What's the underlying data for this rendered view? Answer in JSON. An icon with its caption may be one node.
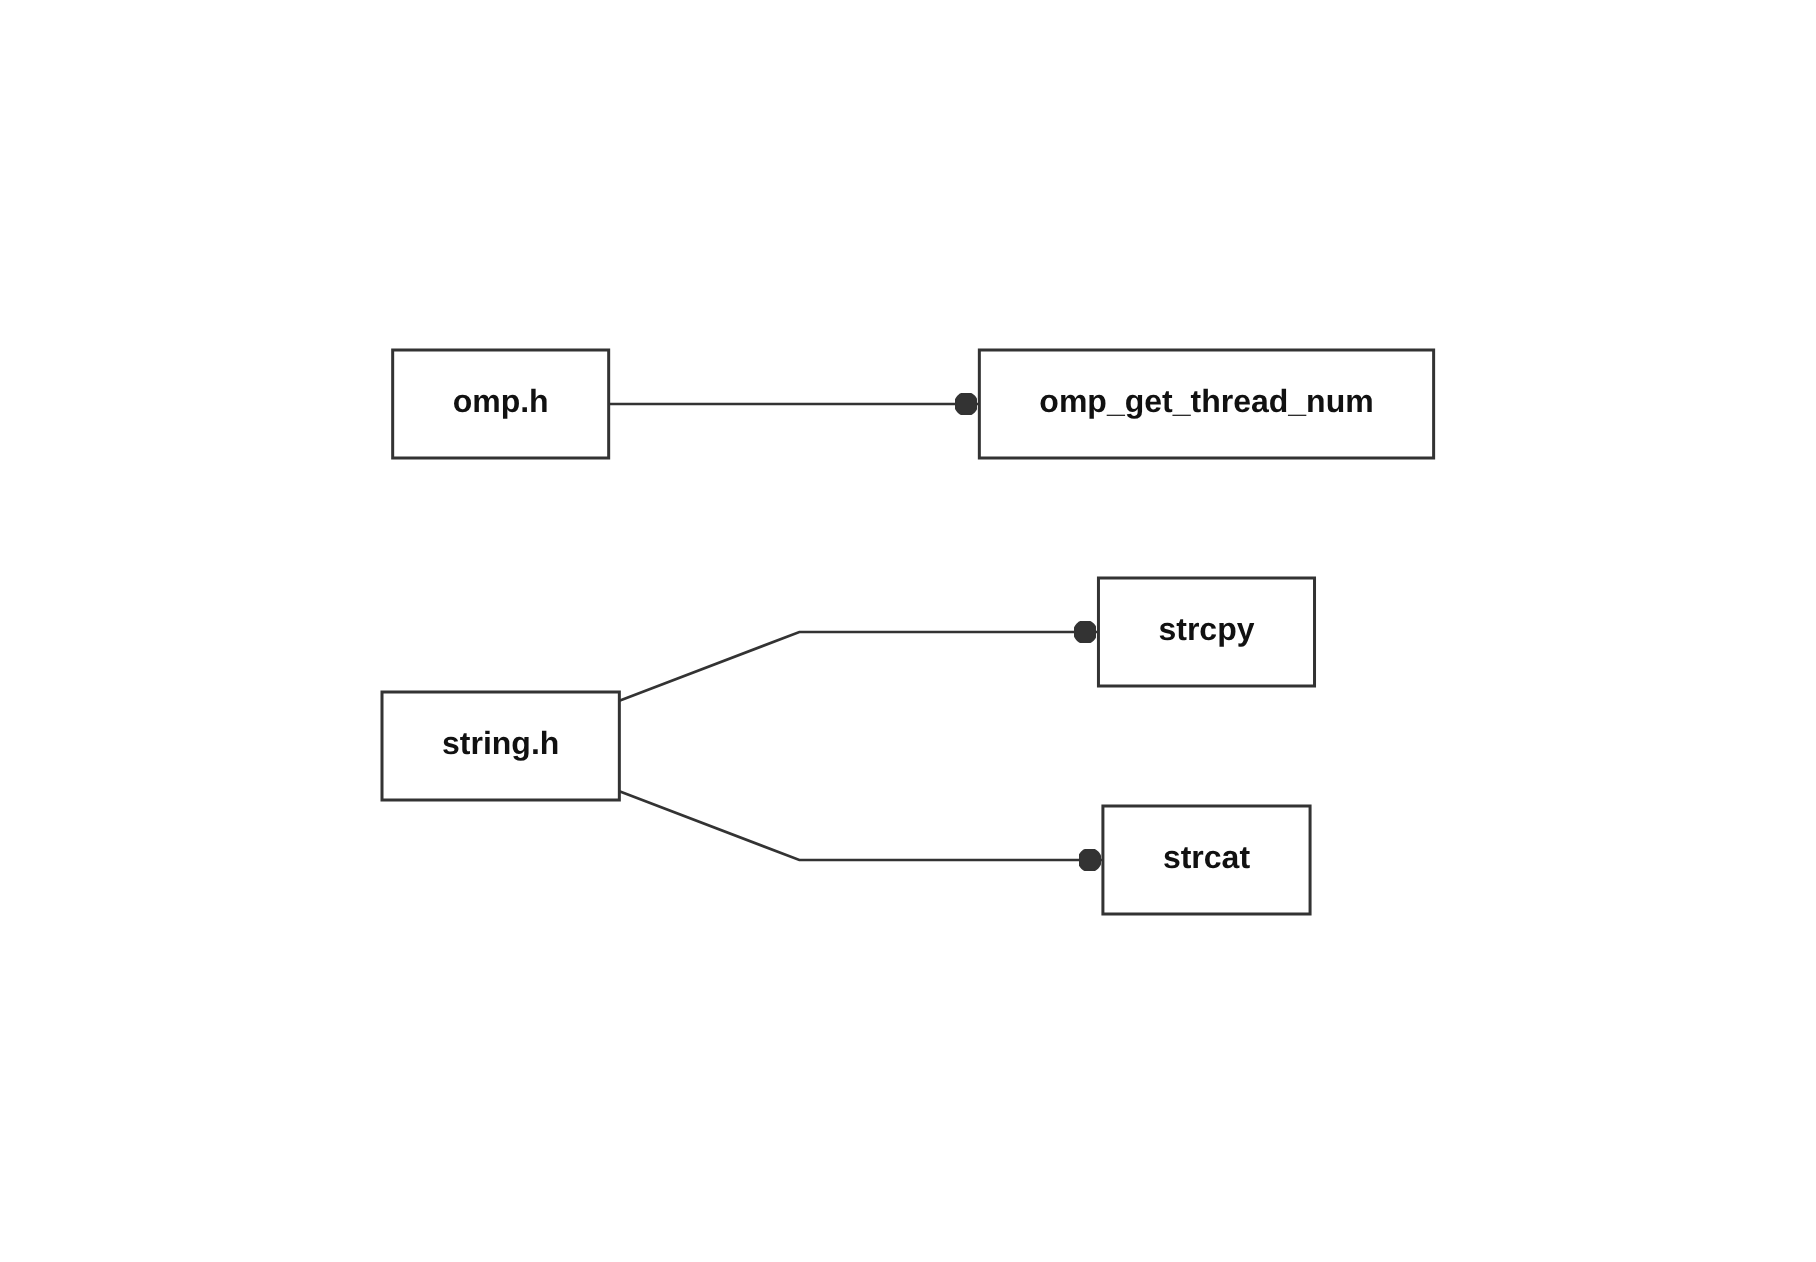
{
  "diagram": {
    "nodes": [
      {
        "text": [
          "omp.h"
        ]
      },
      {
        "text": [
          "omp_get_thread_num"
        ]
      },
      {
        "text": [
          "string.h"
        ]
      },
      {
        "text": [
          "strcpy"
        ]
      },
      {
        "text": [
          "strcat"
        ]
      }
    ],
    "edges": [
      {
        "from": 0,
        "to": 1,
        "arrow": "other"
      },
      {
        "from": 2,
        "to": 3,
        "arrow": "other"
      },
      {
        "from": 2,
        "to": 4,
        "arrow": "other"
      }
    ]
  }
}
